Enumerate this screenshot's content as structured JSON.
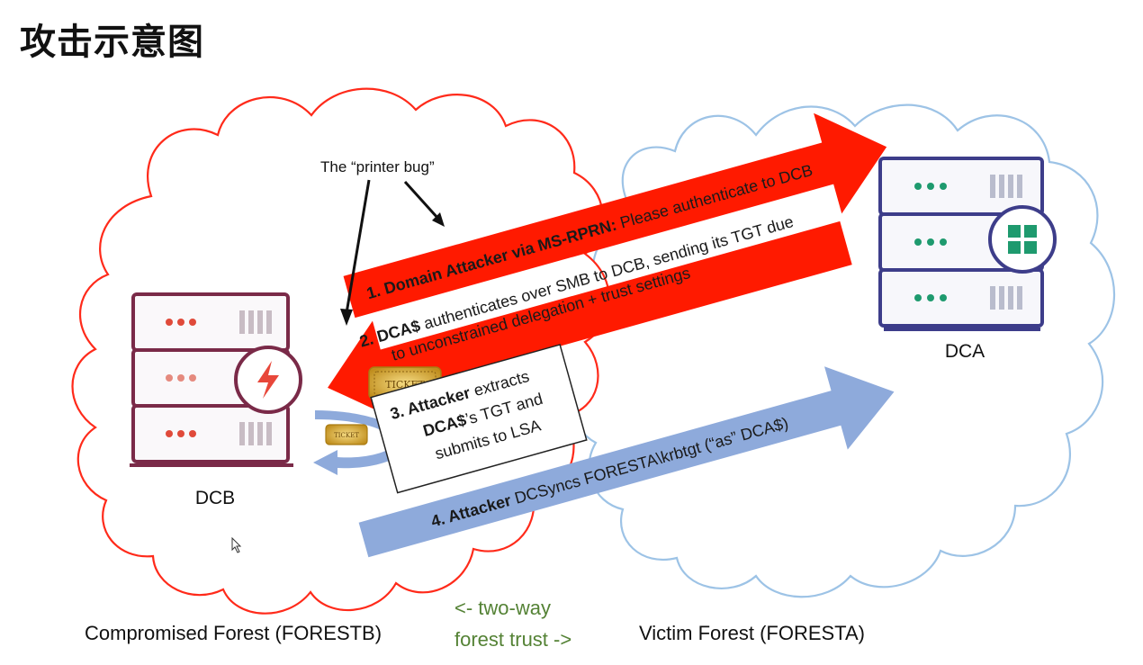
{
  "title": "攻击示意图",
  "annotation": {
    "printer_bug": "The “printer bug”"
  },
  "servers": {
    "dcb": {
      "label": "DCB",
      "badge_icon": "lightning-bolt-icon",
      "color": "#7a2a48",
      "badge_color": "#e8473a"
    },
    "dca": {
      "label": "DCA",
      "badge_icon": "windows-logo-icon",
      "color": "#3d3d8a",
      "badge_color": "#1e9a6e"
    }
  },
  "arrows": {
    "step1": {
      "bold": "1. Domain Attacker via MS-RPRN:",
      "rest": " Please authenticate to DCB",
      "color": "#ff1a00"
    },
    "step2": {
      "bold": "2. DCA$",
      "rest": " authenticates over SMB to DCB, sending its TGT due",
      "line2": "to unconstrained delegation + trust settings",
      "color": "#ff1a00"
    },
    "step4": {
      "bold": "4. Attacker",
      "rest": " DCSyncs FORESTA\\krbtgt (“as” DCA$)",
      "color": "#8eaadb"
    }
  },
  "box3": {
    "l1_bold": "3. Attacker",
    "l1_rest": " extracts",
    "l2_bold": "DCA$",
    "l2_rest": "’s TGT and",
    "l3": "submits to LSA"
  },
  "ticket": {
    "label": "TICKET",
    "color": "#d4a72c"
  },
  "forests": {
    "compromised": {
      "label": "Compromised Forest (FORESTB)",
      "cloud_color": "#ff2a1a"
    },
    "victim": {
      "label": "Victim Forest (FORESTA)",
      "cloud_color": "#9dc3e6"
    }
  },
  "trust": {
    "line1": "<- two-way",
    "line2": "forest trust ->",
    "color": "#548235"
  },
  "cursor_icon": "mouse-pointer-icon"
}
